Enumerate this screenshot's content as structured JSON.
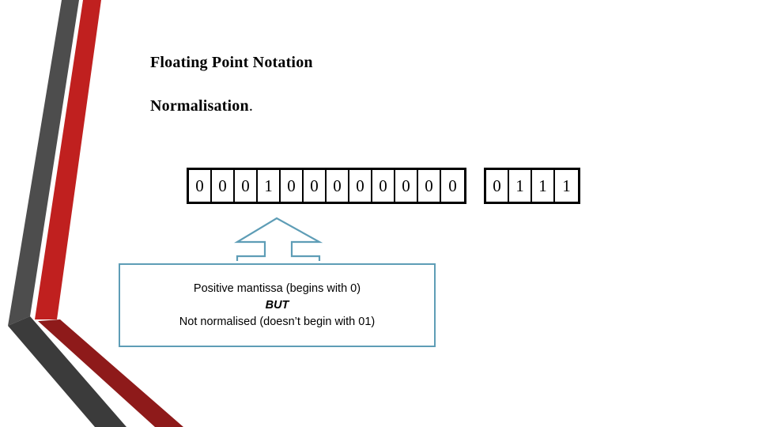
{
  "slide": {
    "title": "Floating Point Notation",
    "subtitle": "Normalisation",
    "subtitle_period": "."
  },
  "bit_field": {
    "mantissa": {
      "label": "mantissa-bits",
      "bits": [
        "0",
        "0",
        "0",
        "1",
        "0",
        "0",
        "0",
        "0",
        "0",
        "0",
        "0",
        "0"
      ]
    },
    "exponent": {
      "label": "exponent-bits",
      "bits": [
        "0",
        "1",
        "1",
        "1"
      ]
    }
  },
  "callout": {
    "arrow_icon": "up-arrow-icon",
    "lines": [
      "Positive mantissa (begins with 0)",
      "BUT",
      "Not normalised (doesn’t begin with 01)"
    ]
  },
  "decoration": {
    "name": "chevron-ribbon-graphic",
    "gray": "#4d4d4d",
    "gray_shadow": "#3b3b3b",
    "red": "#c0201f",
    "red_shadow": "#8e1a1a"
  },
  "colors": {
    "accent_teal": "#5e9db6",
    "text": "#000000",
    "background": "#ffffff"
  }
}
